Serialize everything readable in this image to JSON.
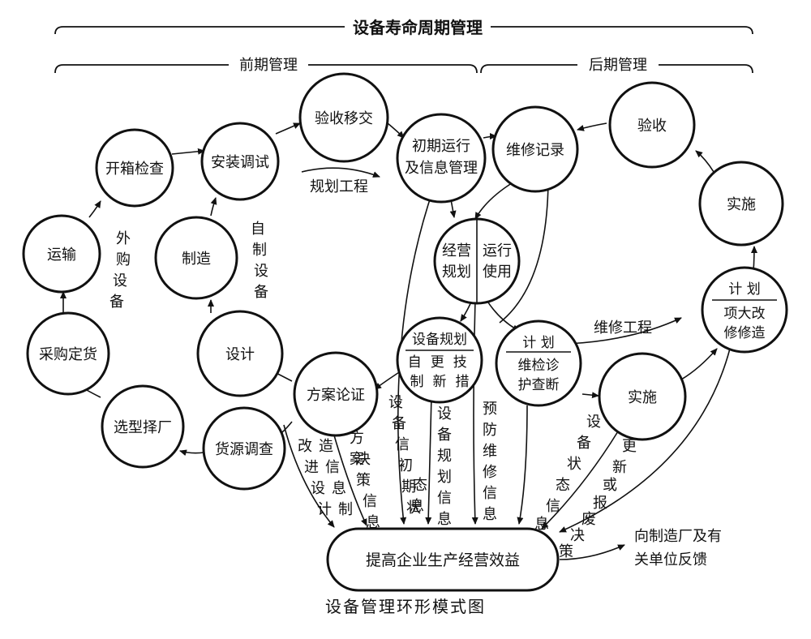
{
  "header": {
    "lifecycle": "设备寿命周期管理",
    "early": "前期管理",
    "late": "后期管理"
  },
  "nodes": {
    "kaixiang": "开箱检查",
    "anzhuang": "安装调试",
    "yanshou1": "验收移交",
    "chuqi_line1": "初期运行",
    "chuqi_line2": "及信息管理",
    "weixiu_jilu": "维修记录",
    "yanshou2": "验收",
    "shishi1": "实施",
    "yunshu": "运输",
    "zhizao": "制造",
    "jingying_line1": "经营",
    "jingying_line2": "规划",
    "yunxing_line1": "运行",
    "yunxing_line2": "使用",
    "caigou": "采购定货",
    "sheji": "设计",
    "xuanxing": "选型择厂",
    "huoyuan": "货源调查",
    "fangan": "方案论证",
    "shebei_guihua_title": "设备规划",
    "shebei_guihua_cols": [
      "自制",
      "更新",
      "技措"
    ],
    "jihua_title": "计 划",
    "jihua_line1": "维检诊",
    "jihua_line2": "护查断",
    "shishi2": "实施",
    "jihua2_title": "计 划",
    "jihua2_line1": "项大改",
    "jihua2_line2": "修修造",
    "goal": "提高企业生产经营效益"
  },
  "labels": {
    "guihua_gongcheng": "规划工程",
    "weixiu_gongcheng": "维修工程",
    "waigou": "外购设备",
    "zizhi": "自制设备",
    "gaijin_sheji": "改进设计",
    "zhizao_xinxi": "造信息制",
    "fangan_juece": "方案决策信息",
    "shebei_chuqi": "设备信初期状态息",
    "shebei_guihua_xinxi": "设备规划信息",
    "yufang_weixiu": "预防维修信息",
    "shebei_zhuangtai": "设备状态信息",
    "gengxin_baofei": "更新或报废决策",
    "feedback_line1": "向制造厂及有",
    "feedback_line2": "关单位反馈"
  },
  "caption": "设备管理环形模式图"
}
